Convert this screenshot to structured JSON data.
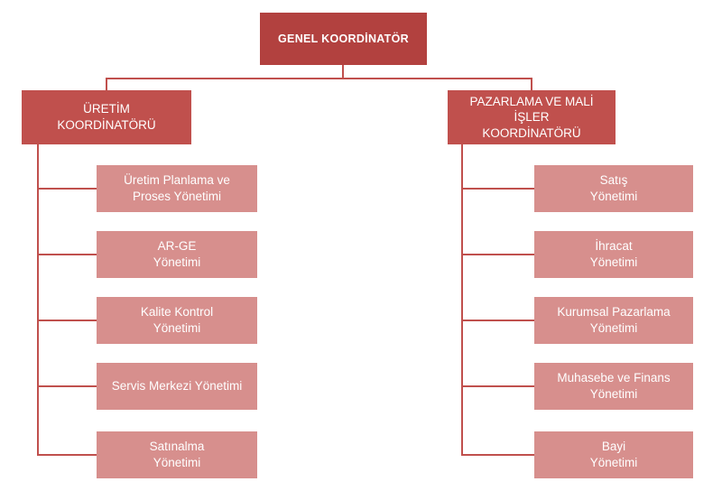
{
  "chart": {
    "root": {
      "label": "GENEL KOORDİNATÖR"
    },
    "left": {
      "coordinator": "ÜRETİM\nKOORDİNATÖRÜ",
      "items": [
        "Üretim Planlama ve\nProses Yönetimi",
        "AR-GE\nYönetimi",
        "Kalite Kontrol\nYönetimi",
        "Servis Merkezi Yönetimi",
        "Satınalma\nYönetimi"
      ]
    },
    "right": {
      "coordinator": "PAZARLAMA VE MALİ İŞLER\nKOORDİNATÖRÜ",
      "items": [
        "Satış\nYönetimi",
        "İhracat\nYönetimi",
        "Kurumsal Pazarlama\nYönetimi",
        "Muhasebe ve Finans\nYönetimi",
        "Bayi\nYönetimi"
      ]
    }
  },
  "colors": {
    "root": "#b2413f",
    "coordinator": "#c0504d",
    "item": "#d78f8d",
    "line": "#c0504d"
  }
}
